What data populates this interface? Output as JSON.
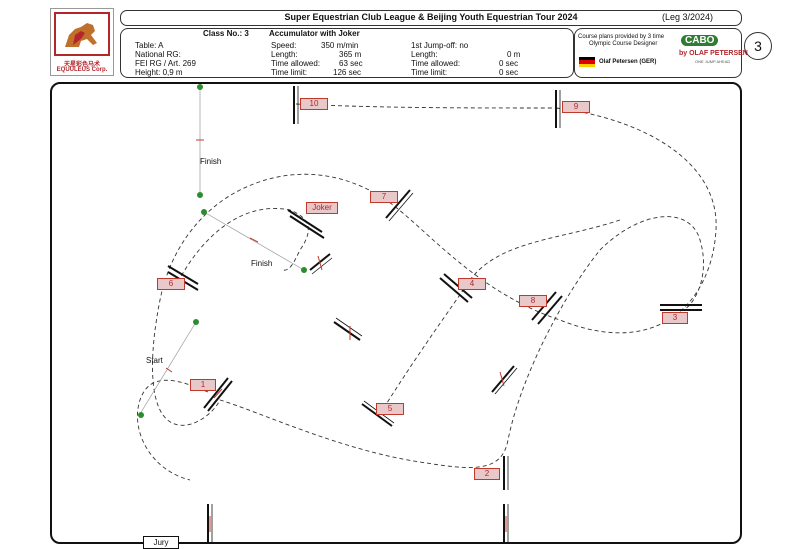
{
  "logo": {
    "line1": "天星彩色马术",
    "line2": "EQUULEUS Corp."
  },
  "header": {
    "title": "Super Equestrian Club League & Beijing Youth Equestrian Tour 2024",
    "leg": "(Leg 3/2024)"
  },
  "class_info": {
    "class_no": "Class No.: 3",
    "class_name": "Accumulator with Joker",
    "table": "Table: A",
    "national_rg": "National RG:",
    "fei_rg": "FEI RG / Art. 269",
    "height": "Height: 0,9  m",
    "speed_label": "Speed:",
    "speed_value": "350 m/min",
    "length_label": "Length:",
    "length_value": "365 m",
    "time_allowed_label": "Time allowed:",
    "time_allowed_value": "63 sec",
    "time_limit_label": "Time limit:",
    "time_limit_value": "126 sec",
    "jumpoff_label": "1st Jump-off: no",
    "jo_length_label": "Length:",
    "jo_length_value": "0 m",
    "jo_time_allowed_label": "Time allowed:",
    "jo_time_allowed_value": "0 sec",
    "jo_time_limit_label": "Time limit:",
    "jo_time_limit_value": "0 sec"
  },
  "designer": {
    "line1": "Course plans provided by 3 time",
    "line2": "Olympic Course Designer",
    "name": "Olaf Petersen (GER)",
    "brand": "CABO",
    "brand_sub": "by OLAF PETERSEN",
    "brand_tag": "ONE JUMP AHEAD"
  },
  "course_number": "3",
  "labels": {
    "start": "Start",
    "finish1": "Finish",
    "finish2": "Finish",
    "jury": "Jury"
  },
  "jumps": [
    {
      "id": "1",
      "label": "1"
    },
    {
      "id": "2",
      "label": "2"
    },
    {
      "id": "3",
      "label": "3"
    },
    {
      "id": "4",
      "label": "4"
    },
    {
      "id": "5",
      "label": "5"
    },
    {
      "id": "6",
      "label": "6"
    },
    {
      "id": "7",
      "label": "7"
    },
    {
      "id": "8",
      "label": "8"
    },
    {
      "id": "9",
      "label": "9"
    },
    {
      "id": "10",
      "label": "10"
    },
    {
      "id": "joker",
      "label": "Joker"
    }
  ],
  "colors": {
    "accent": "#c0392b",
    "label_bg": "#e8c8c8",
    "start_flag": "#2e8b2e"
  }
}
